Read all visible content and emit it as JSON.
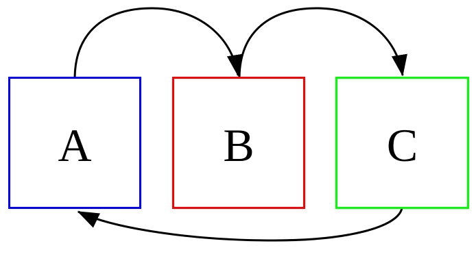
{
  "canvas": {
    "background": "#ffffff"
  },
  "diagram": {
    "nodes": [
      {
        "id": "A",
        "label": "A",
        "border_color": "#0000ff",
        "text_color": "#000000"
      },
      {
        "id": "B",
        "label": "B",
        "border_color": "#ff0000",
        "text_color": "#000000"
      },
      {
        "id": "C",
        "label": "C",
        "border_color": "#00ff00",
        "text_color": "#000000"
      }
    ],
    "edges": [
      {
        "from": "A",
        "to": "B",
        "color": "#000000",
        "path": "over-top",
        "arrowhead": "filled-triangle"
      },
      {
        "from": "B",
        "to": "C",
        "color": "#000000",
        "path": "over-top",
        "arrowhead": "filled-triangle"
      },
      {
        "from": "C",
        "to": "A",
        "color": "#000000",
        "path": "under-bottom",
        "arrowhead": "filled-triangle"
      }
    ]
  }
}
